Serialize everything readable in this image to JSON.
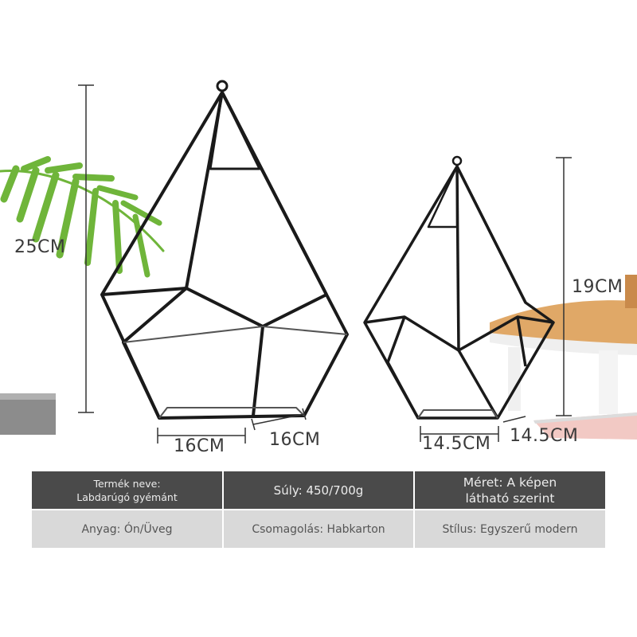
{
  "dimensions": {
    "large_height": "25CM",
    "large_width_a": "16CM",
    "large_width_b": "16CM",
    "small_height": "19CM",
    "small_width_a": "14.5CM",
    "small_width_b": "14.5CM"
  },
  "specs": {
    "name_label": "Termék neve:",
    "name_value": "Labdarúgó gyémánt",
    "weight": "Súly: 450/700g",
    "size_line1": "Méret: A képen",
    "size_line2": "látható szerint",
    "material": "Anyag: Ón/Üveg",
    "packaging": "Csomagolás: Habkarton",
    "style": "Stílus: Egyszerű modern"
  },
  "colors": {
    "frame": "#1a1a1a",
    "header_row": "#4a4a4a",
    "body_row": "#d9d9d9",
    "leaf": "#6fb53a"
  }
}
